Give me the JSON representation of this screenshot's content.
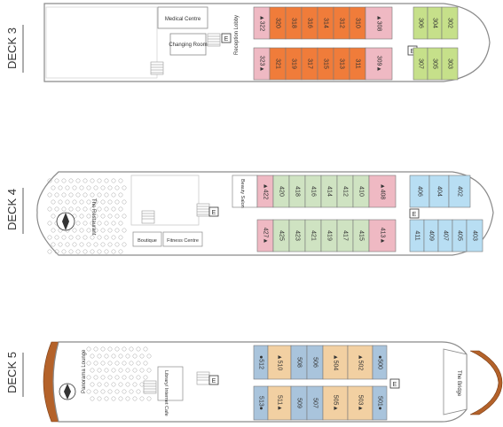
{
  "colors": {
    "hull": "#ffffff",
    "outline": "#8a8a8a",
    "cabin_pink": "#efb9c3",
    "cabin_orange": "#f07c3a",
    "cabin_green": "#c6e08a",
    "cabin_sage": "#cfe3c2",
    "cabin_blue": "#b8def3",
    "cabin_tan": "#f2d0a2",
    "cabin_slate": "#a9c4dc",
    "teak": "#b4622a",
    "text": "#333333"
  },
  "decks": [
    {
      "label": "DECK 3",
      "rooms": [
        "Medical Centre",
        "Changing Room",
        "Reception Lobby"
      ],
      "lift_label": "E",
      "cabins_top": [
        "▲322",
        "320",
        "318",
        "316",
        "314",
        "312",
        "310",
        "▲308",
        "306",
        "304",
        "302"
      ],
      "cabins_bottom": [
        "323▲",
        "321",
        "319",
        "317",
        "315",
        "313",
        "311",
        "309▲",
        "307",
        "305",
        "303"
      ]
    },
    {
      "label": "DECK 4",
      "rooms": [
        "The Restaurant",
        "Beauty Salon",
        "Boutique",
        "Fitness Centre"
      ],
      "lift_label": "E",
      "cabins_top": [
        "▲422",
        "420",
        "418",
        "416",
        "414",
        "412",
        "410",
        "▲408",
        "406",
        "404",
        "402"
      ],
      "cabins_bottom": [
        "427▲",
        "425",
        "423",
        "421",
        "419",
        "417",
        "415",
        "413▲",
        "411",
        "409",
        "407",
        "405",
        "403"
      ]
    },
    {
      "label": "DECK 5",
      "rooms": [
        "Panorama Lounge",
        "Library/ Internet Cafe",
        "The Bridge"
      ],
      "lift_label": "E",
      "cabins_top": [
        "●512",
        "▲510",
        "508",
        "506",
        "▲504",
        "▲502",
        "●500"
      ],
      "cabins_bottom": [
        "513●",
        "511▲",
        "509",
        "507",
        "505▲",
        "503▲",
        "501●"
      ]
    }
  ]
}
